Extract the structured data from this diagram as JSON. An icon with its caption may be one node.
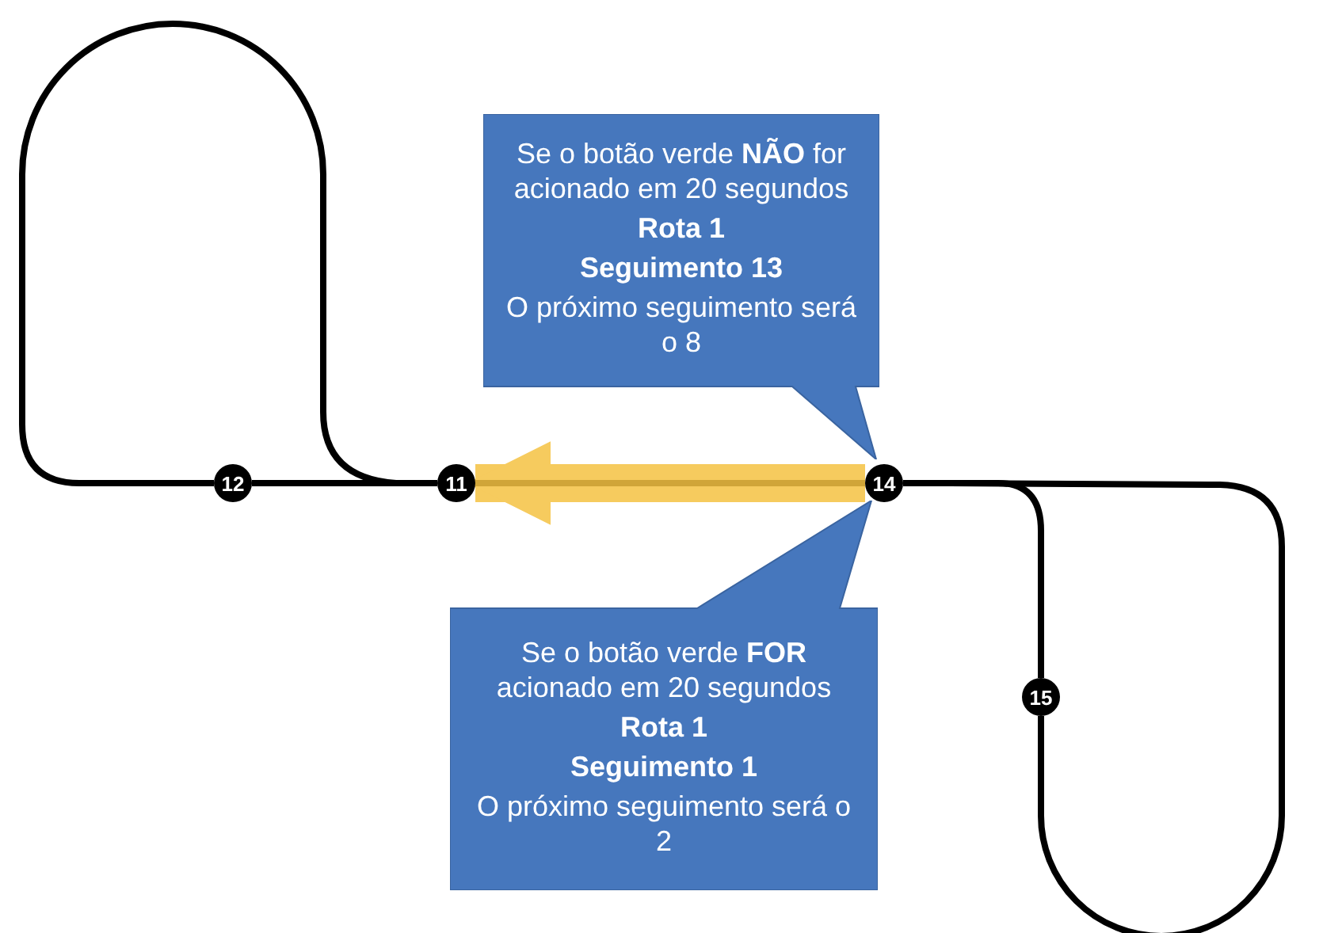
{
  "diagram": {
    "nodes": [
      {
        "text": [
          "Se o botão verde **NÃO** for acionado em 20 segundos",
          "Rota 1",
          "Seguimento 13",
          "O próximo seguimento será o 8"
        ]
      },
      {
        "text": [
          "12"
        ]
      },
      {
        "text": [
          "11"
        ]
      },
      {
        "text": [
          "14"
        ]
      },
      {
        "text": [
          "Se o botão verde **FOR** acionado em 20 segundos",
          "Rota 1",
          "Seguimento 1",
          "O próximo seguimento será o 2"
        ]
      },
      {
        "text": [
          "15"
        ]
      }
    ],
    "edges": [
      {
        "from": 1,
        "to": 2,
        "arrow": "none"
      },
      {
        "from": 1,
        "to": 2,
        "arrow": "none"
      },
      {
        "from": 2,
        "to": 3,
        "arrow": "none"
      },
      {
        "from": 3,
        "to": 2,
        "arrow": "to",
        "style": "thick",
        "color": "#f5c242"
      },
      {
        "from": 3,
        "to": 5,
        "arrow": "none"
      },
      {
        "from": 5,
        "to": 3,
        "arrow": "none"
      }
    ]
  }
}
